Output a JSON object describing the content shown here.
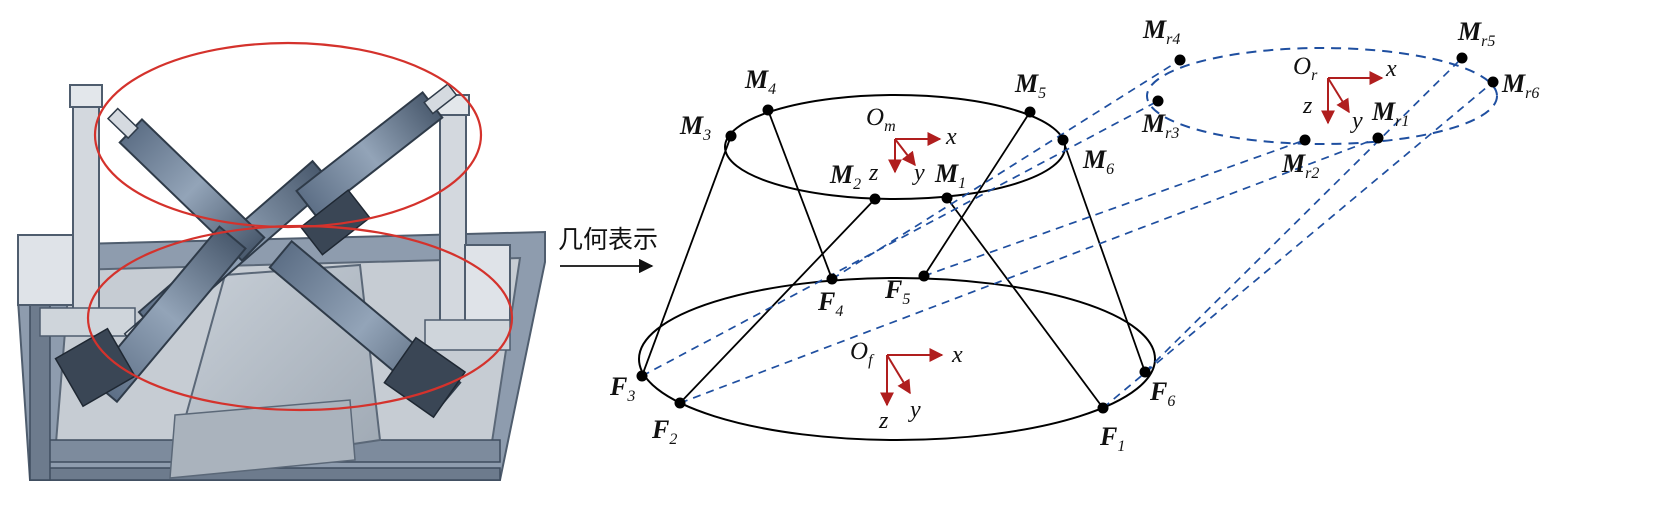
{
  "arrow_caption": "几何表示",
  "colors": {
    "ring": "#d4322c",
    "axis": "#b01e1e",
    "dashed": "#1f4fa0",
    "line": "#000000",
    "steel": "#7c8ea4",
    "steel_dark": "#3f4d5e",
    "plate": "#b9c2cc"
  },
  "frames": {
    "moving": {
      "origin": "O",
      "origin_sub": "m",
      "x": "x",
      "y": "y",
      "z": "z"
    },
    "fixed": {
      "origin": "O",
      "origin_sub": "f",
      "x": "x",
      "y": "y",
      "z": "z"
    },
    "reference": {
      "origin": "O",
      "origin_sub": "r",
      "x": "x",
      "y": "y",
      "z": "z"
    }
  },
  "points": {
    "moving": [
      {
        "base": "M",
        "sub": "1"
      },
      {
        "base": "M",
        "sub": "2"
      },
      {
        "base": "M",
        "sub": "3"
      },
      {
        "base": "M",
        "sub": "4"
      },
      {
        "base": "M",
        "sub": "5"
      },
      {
        "base": "M",
        "sub": "6"
      }
    ],
    "fixed": [
      {
        "base": "F",
        "sub": "1"
      },
      {
        "base": "F",
        "sub": "2"
      },
      {
        "base": "F",
        "sub": "3"
      },
      {
        "base": "F",
        "sub": "4"
      },
      {
        "base": "F",
        "sub": "5"
      },
      {
        "base": "F",
        "sub": "6"
      }
    ],
    "reference": [
      {
        "base": "M",
        "sub": "r1"
      },
      {
        "base": "M",
        "sub": "r2"
      },
      {
        "base": "M",
        "sub": "r3"
      },
      {
        "base": "M",
        "sub": "r4"
      },
      {
        "base": "M",
        "sub": "r5"
      },
      {
        "base": "M",
        "sub": "r6"
      }
    ]
  }
}
